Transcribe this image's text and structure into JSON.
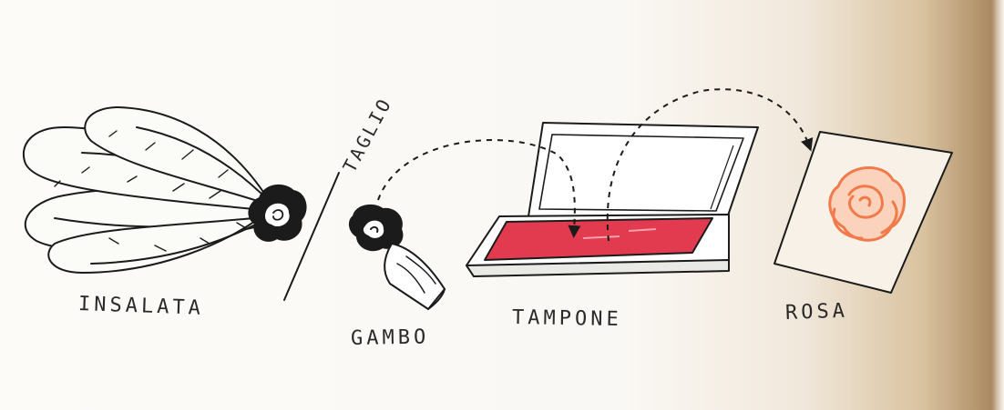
{
  "labels": {
    "insalata": "INSALATA",
    "taglio": "TAGLIO",
    "gambo": "GAMBO",
    "tampone": "TAMPONE",
    "rosa": "ROSA"
  },
  "colors": {
    "ink": "#1b1b1b",
    "stamp_pad_red": "#e23a4e",
    "rose_print": "#f07a4a",
    "paper": "#faf8f4"
  }
}
